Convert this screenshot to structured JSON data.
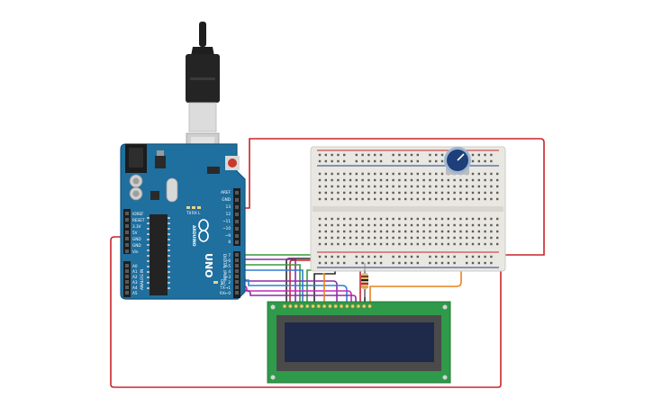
{
  "board": {
    "brand": "ARDUINO",
    "model": "UNO",
    "digital_header_label": "DIGITAL (PWM~)",
    "analog_header_label": "ANALOG IN",
    "top_pin_labels": [
      "AREF",
      "GND",
      "13",
      "12",
      "~11",
      "~10",
      "~9",
      "8"
    ],
    "bottom_pin_labels": [
      "7",
      "~6",
      "~5",
      "4",
      "~3",
      "2",
      "TX→1",
      "RX←0"
    ],
    "power_pin_labels": [
      "IOREF",
      "RESET",
      "3.3V",
      "5V",
      "GND",
      "GND",
      "Vin"
    ],
    "analog_pin_labels": [
      "A0",
      "A1",
      "A2",
      "A3",
      "A4",
      "A5"
    ],
    "led_labels": [
      "TX",
      "RX",
      "L"
    ],
    "power_led_label": "ON"
  },
  "colors": {
    "board": "#1f6f9f",
    "board_edge": "#15567d",
    "breadboard": "#e9e7e2",
    "rail_red": "#c8242b",
    "rail_blue": "#1d3f8c",
    "wire_red": "#c8242b",
    "wire_black": "#2a2a2a",
    "wire_green": "#3a9a3a",
    "wire_blue": "#2e7fd0",
    "wire_purple": "#8b2ca8",
    "wire_magenta": "#c729b8",
    "wire_orange": "#e9821d",
    "lcd_pcb": "#2e9a4a",
    "lcd_screen": "#1f2a4a",
    "pot_knob": "#1e3f7a"
  }
}
